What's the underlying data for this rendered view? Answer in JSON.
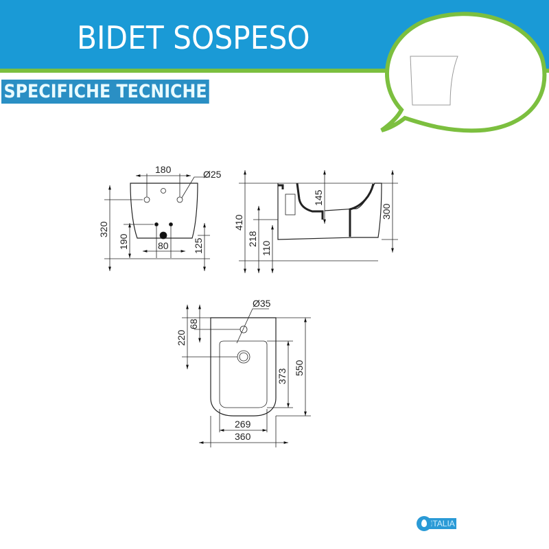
{
  "header": {
    "title": "BIDET SOSPESO",
    "subtitle": "SPECIFICHE TECNICHE",
    "colors": {
      "band": "#1a9ad6",
      "accent": "#7cbf3f"
    }
  },
  "front_view": {
    "dims": {
      "width_holes": "180",
      "hole_dia": "Ø25",
      "height": "320",
      "inlet_height": "190",
      "inlet_spacing": "80",
      "drain_height": "125"
    }
  },
  "side_view": {
    "dims": {
      "total": "410",
      "inlet": "218",
      "base": "110",
      "depth_inlet": "145",
      "height": "300"
    }
  },
  "top_view": {
    "dims": {
      "tap_hole_dia": "Ø35",
      "tap_offset": "68",
      "drain_offset": "220",
      "inner_length": "373",
      "length": "550",
      "inner_width": "269",
      "width": "360"
    }
  },
  "logo": {
    "text": "ITALIA"
  }
}
